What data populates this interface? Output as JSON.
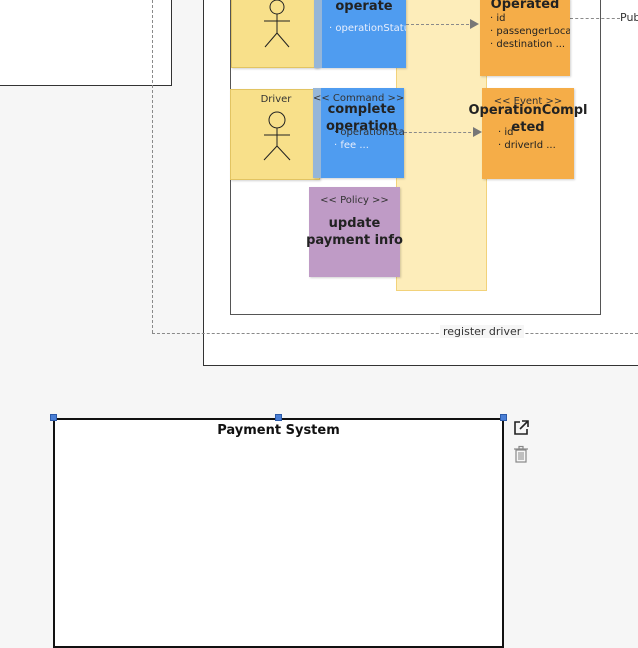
{
  "top_context": {
    "publish_label": "Pub"
  },
  "left_connector": {
    "label": "register driver"
  },
  "operate_row": {
    "command_title": "operate",
    "command_attrs": [
      "operationStatus"
    ],
    "event_title": "Operated",
    "event_attrs": [
      "id",
      "passengerLocation",
      "destination ..."
    ]
  },
  "complete_row": {
    "actor_label": "Driver",
    "command_stereotype": "<< Command >>",
    "command_title": "complete operation",
    "command_attrs": [
      "operationStatus",
      "fee ..."
    ],
    "event_stereotype": "<< Event >>",
    "event_title": "OperationCompleted",
    "event_attrs": [
      "id",
      "driverId ..."
    ]
  },
  "policy": {
    "stereotype": "<< Policy >>",
    "title": "update payment info"
  },
  "payment_context": {
    "title": "Payment System"
  },
  "toolbar": {
    "open_icon": "external-link-icon",
    "delete_icon": "trash-icon"
  },
  "colors": {
    "actor": "#f8e08a",
    "command": "#4f9cf0",
    "event": "#f5ad48",
    "policy": "#bf9bc6",
    "aggregate": "#fcdf82",
    "handle": "#4a7fd6"
  }
}
